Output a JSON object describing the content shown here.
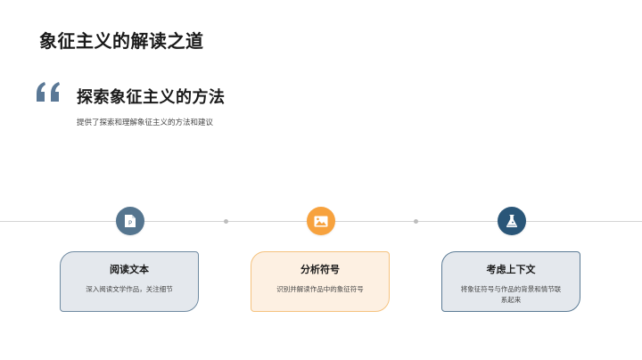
{
  "slide": {
    "title": "象征主义的解读之道"
  },
  "section": {
    "heading": "探索象征主义的方法",
    "subtitle": "提供了探索和理解象征主义的方法和建议",
    "quote_icon": "quote-open-icon",
    "quote_color": "#5a7896"
  },
  "timeline": {
    "line_color": "#d4d4d4",
    "steps": [
      {
        "icon": "powerpoint-file-icon",
        "icon_color": "#55758f",
        "title": "阅读文本",
        "description": "深入阅读文学作品，关注细节",
        "card_bg": "#e4e8ed",
        "card_border": "#6f8aa1"
      },
      {
        "icon": "image-icon",
        "icon_color": "#f7a23e",
        "title": "分析符号",
        "description": "识别并解读作品中的象征符号",
        "card_bg": "#fdf0e2",
        "card_border": "#f5c27e"
      },
      {
        "icon": "flask-icon",
        "icon_color": "#2a5678",
        "title": "考虑上下文",
        "description": "将象征符号与作品的背景和情节联系起来",
        "card_bg": "#e4e8ed",
        "card_border": "#5b7b95"
      }
    ]
  }
}
